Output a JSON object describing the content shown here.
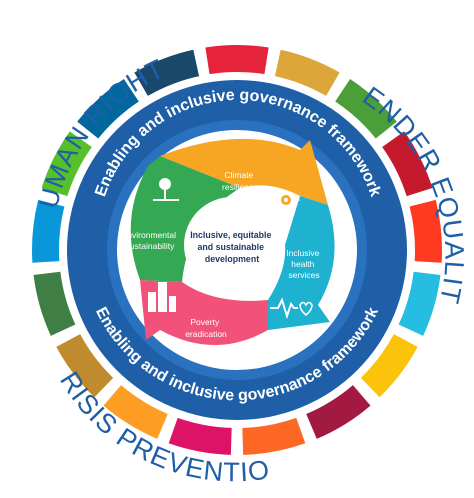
{
  "outer_labels": {
    "human_rights": "HUMAN RIGHTS",
    "gender_equality": "GENDER EQUALITY",
    "crisis_prevention": "CRISIS PREVENTION"
  },
  "band": {
    "top": "Enabling and inclusive governance framework",
    "bottom": "Enabling and inclusive governance framework"
  },
  "segments": {
    "climate": [
      "Climate",
      "resilience"
    ],
    "health": [
      "Inclusive",
      "health",
      "services"
    ],
    "poverty": [
      "Poverty",
      "eradication"
    ],
    "environment": [
      "Environmental",
      "sustainability"
    ]
  },
  "center": [
    "Inclusive, equitable",
    "and sustainable",
    "development"
  ],
  "colors": {
    "outer_text": "#1e5fa8",
    "band": "#1e5fa8",
    "band_inner": "#2a72bf",
    "climate": "#f6a623",
    "health": "#1fb1d0",
    "poverty": "#f2527a",
    "environment": "#34a853",
    "sdg_ring": [
      "#e5243b",
      "#dda63a",
      "#4c9f38",
      "#c5192d",
      "#ff3a21",
      "#26bde2",
      "#fcc30b",
      "#a21942",
      "#fd6925",
      "#dd1367",
      "#fd9d24",
      "#bf8b2e",
      "#3f7e44",
      "#0a97d9",
      "#56c02b",
      "#00689d",
      "#19486a"
    ]
  }
}
